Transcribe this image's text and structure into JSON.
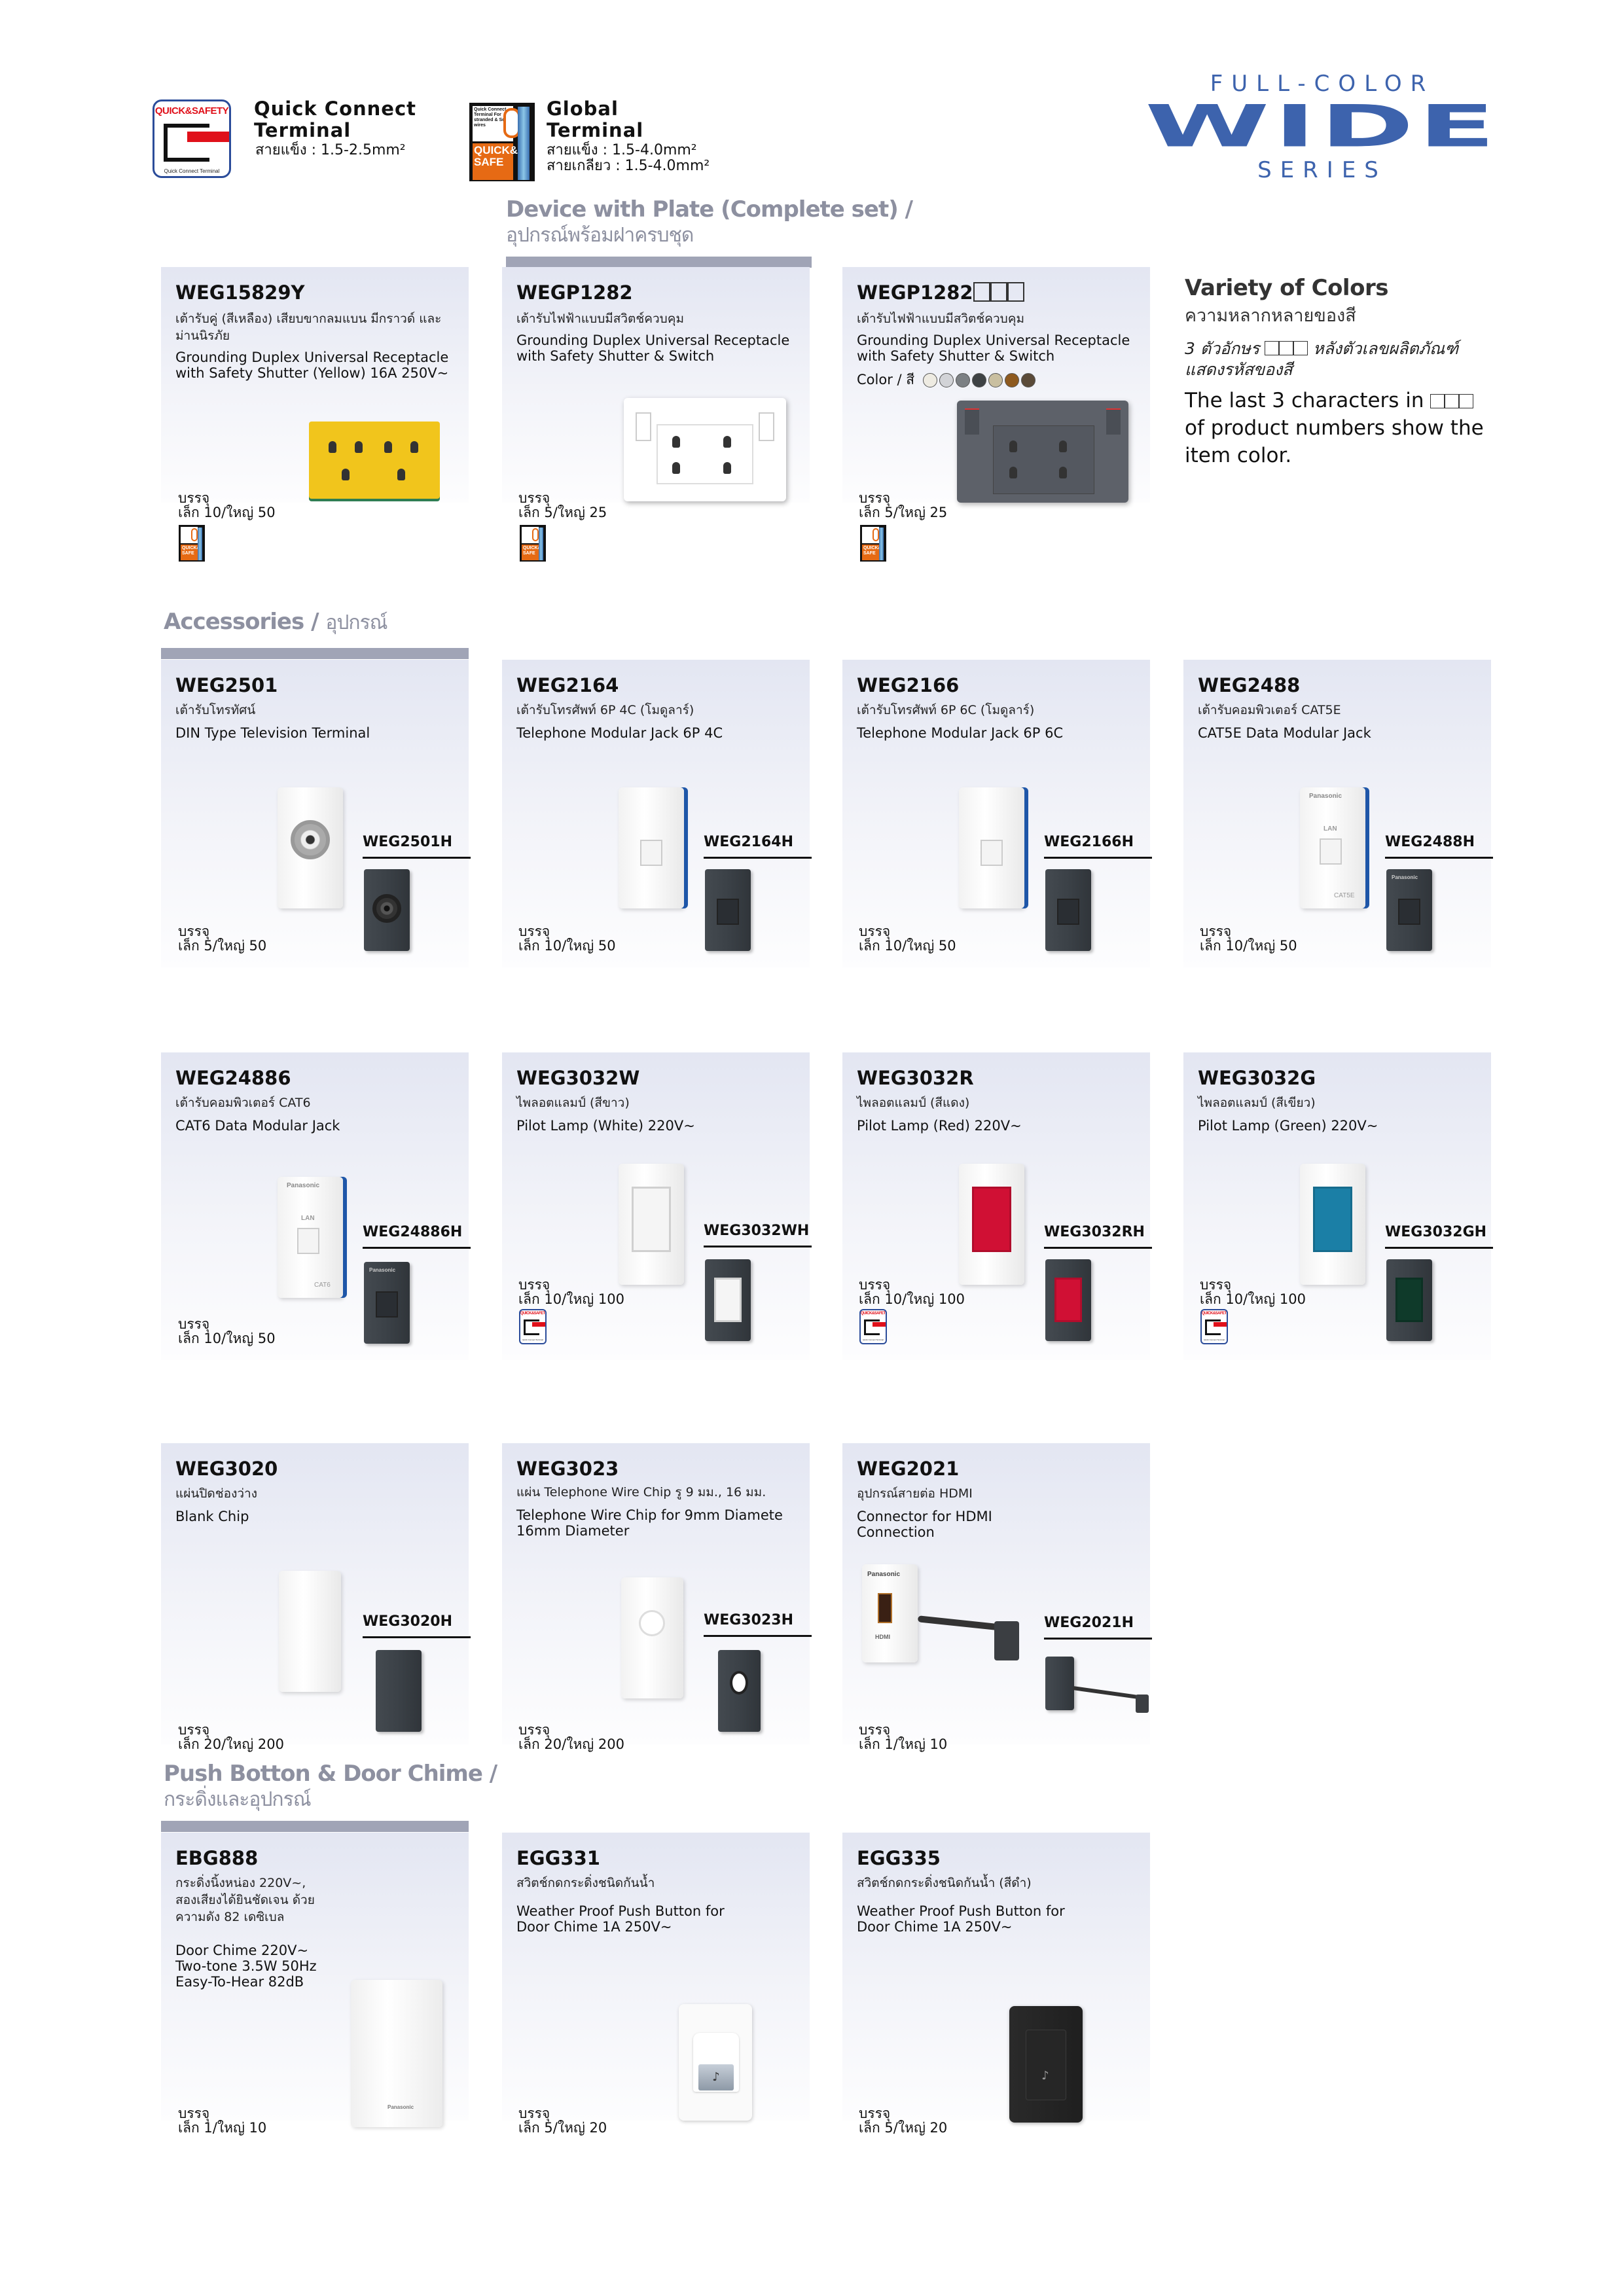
{
  "header": {
    "badge_quick_safety": {
      "top_text": "QUICK&SAFETY",
      "bottom_text": "Quick Connect Terminal"
    },
    "badge_global": {
      "top_text": "Quick Connect Terminal For stranded & Solid wires",
      "range_text": "1.5-4.0mm²",
      "bottom_text": "QUICK& SAFE"
    },
    "quick_connect": {
      "title_line1": "Quick Connect",
      "title_line2": "Terminal",
      "solid_wire": "สายแข็ง : 1.5-2.5mm²"
    },
    "global_terminal": {
      "title_line1": "Global",
      "title_line2": "Terminal",
      "solid_wire": "สายแข็ง : 1.5-4.0mm²",
      "stranded_wire": "สายเกลียว : 1.5-4.0mm²"
    },
    "logo": {
      "top": "FULL-COLOR",
      "main": "WIDE",
      "bottom": "SERIES",
      "color": "#3d63ad"
    }
  },
  "sections": {
    "device_with_plate": {
      "title_en": "Device with Plate (Complete set) /",
      "title_th": "อุปกรณ์พร้อมฝาครบชุด"
    },
    "accessories": {
      "title_en": "Accessories /",
      "title_th": "อุปกรณ์"
    },
    "push_button": {
      "title_en": "Push Botton & Door Chime /",
      "title_th": "กระดิ่งและอุปกรณ์"
    }
  },
  "pack_label": "บรรจุ",
  "products": [
    {
      "code": "WEG15829Y",
      "th": "เต้ารับคู่ (สีเหลือง) เสียบขากลมแบน มีกราวด์ และม่านนิรภัย",
      "en": "Grounding Duplex Universal Receptacle with Safety Shutter (Yellow) 16A 250V~",
      "pack": "เล็ก 10/ใหญ่ 50",
      "badge": "global"
    },
    {
      "code": "WEGP1282",
      "th": "เต้ารับไฟฟ้าแบบมีสวิตช์ควบคุม",
      "en": "Grounding Duplex Universal Receptacle with Safety Shutter & Switch",
      "pack": "เล็ก 5/ใหญ่ 25",
      "badge": "global"
    },
    {
      "code": "WEGP1282",
      "code_suffix": "□□□",
      "th": "เต้ารับไฟฟ้าแบบมีสวิตช์ควบคุม",
      "en": "Grounding Duplex Universal Receptacle with Safety Shutter & Switch",
      "color_label": "Color / สี",
      "colors": [
        "#eeebe2",
        "#d2d3d7",
        "#7c8084",
        "#3e4244",
        "#c9bfa0",
        "#8e5a1f",
        "#5a4a38"
      ],
      "pack": "เล็ก 5/ใหญ่ 25",
      "badge": "global"
    },
    {
      "code": "WEG2501",
      "th": "เต้ารับโทรทัศน์",
      "en": "DIN Type Television Terminal",
      "hcode": "WEG2501H",
      "pack": "เล็ก 5/ใหญ่ 50"
    },
    {
      "code": "WEG2164",
      "th": "เต้ารับโทรศัพท์ 6P 4C (โมดูลาร์)",
      "en": "Telephone Modular Jack 6P 4C",
      "hcode": "WEG2164H",
      "pack": "เล็ก 10/ใหญ่ 50"
    },
    {
      "code": "WEG2166",
      "th": "เต้ารับโทรศัพท์ 6P 6C (โมดูลาร์)",
      "en": "Telephone Modular Jack 6P 6C",
      "hcode": "WEG2166H",
      "pack": "เล็ก 10/ใหญ่ 50"
    },
    {
      "code": "WEG2488",
      "th": "เต้ารับคอมพิวเตอร์ CAT5E",
      "en": "CAT5E Data Modular Jack",
      "hcode": "WEG2488H",
      "pack": "เล็ก 10/ใหญ่ 50",
      "device_brand": "Panasonic",
      "device_top": "LAN",
      "device_bottom": "CAT5E"
    },
    {
      "code": "WEG24886",
      "th": "เต้ารับคอมพิวเตอร์ CAT6",
      "en": "CAT6 Data Modular Jack",
      "hcode": "WEG24886H",
      "pack": "เล็ก 10/ใหญ่ 50",
      "device_brand": "Panasonic",
      "device_top": "LAN",
      "device_bottom": "CAT6"
    },
    {
      "code": "WEG3032W",
      "th": "ไพลอตแลมป์ (สีขาว)",
      "en": "Pilot Lamp (White) 220V~",
      "hcode": "WEG3032WH",
      "pack": "เล็ก 10/ใหญ่ 100",
      "badge": "quick",
      "lamp_color": "#f5f5f5"
    },
    {
      "code": "WEG3032R",
      "th": "ไพลอตแลมป์ (สีแดง)",
      "en": "Pilot Lamp (Red) 220V~",
      "hcode": "WEG3032RH",
      "pack": "เล็ก 10/ใหญ่ 100",
      "badge": "quick",
      "lamp_color": "#d01034"
    },
    {
      "code": "WEG3032G",
      "th": "ไพลอตแลมป์ (สีเขียว)",
      "en": "Pilot Lamp (Green) 220V~",
      "hcode": "WEG3032GH",
      "pack": "เล็ก 10/ใหญ่ 100",
      "badge": "quick",
      "lamp_color": "#1b7fa6"
    },
    {
      "code": "WEG3020",
      "th": "แผ่นปิดช่องว่าง",
      "en": "Blank Chip",
      "hcode": "WEG3020H",
      "pack": "เล็ก 20/ใหญ่ 200"
    },
    {
      "code": "WEG3023",
      "th": "แผ่น Telephone Wire Chip รู 9 มม., 16 มม.",
      "en": "Telephone Wire Chip for 9mm Diamete 16mm Diameter",
      "hcode": "WEG3023H",
      "pack": "เล็ก 20/ใหญ่ 200"
    },
    {
      "code": "WEG2021",
      "th": "อุปกรณ์สายต่อ HDMI",
      "en": "Connector for HDMI Connection",
      "hcode": "WEG2021H",
      "pack": "เล็ก 1/ใหญ่ 10",
      "device_brand": "Panasonic",
      "device_bottom": "HDMI"
    },
    {
      "code": "EBG888",
      "th": "กระดิ่งนิ้งหน่อง 220V~, สองเสียงได้ยินชัดเจน ด้วยความดัง 82 เดซิเบล",
      "en": "Door Chime 220V~ Two-tone 3.5W 50Hz Easy-To-Hear 82dB",
      "pack": "เล็ก 1/ใหญ่ 10",
      "device_brand": "Panasonic"
    },
    {
      "code": "EGG331",
      "th": "สวิตช์กดกระดิ่งชนิดกันน้ำ",
      "en": "Weather Proof Push Button for Door Chime 1A 250V~",
      "pack": "เล็ก 5/ใหญ่ 20"
    },
    {
      "code": "EGG335",
      "th": "สวิตช์กดกระดิ่งชนิดกันน้ำ (สีดำ)",
      "en": "Weather Proof Push Button for Door Chime 1A 250V~",
      "pack": "เล็ก 5/ใหญ่ 20"
    }
  ],
  "variety": {
    "title_en": "Variety of Colors",
    "title_th": "ความหลากหลายของสี",
    "th_line1_a": "3 ตัวอักษร",
    "th_line1_b": "หลังตัวเลขผลิตภัณฑ์",
    "th_line2": "แสดงรหัสของสี",
    "en_line1": "The last 3 characters in",
    "en_line2": "of product numbers show the",
    "en_line3": "item color."
  }
}
